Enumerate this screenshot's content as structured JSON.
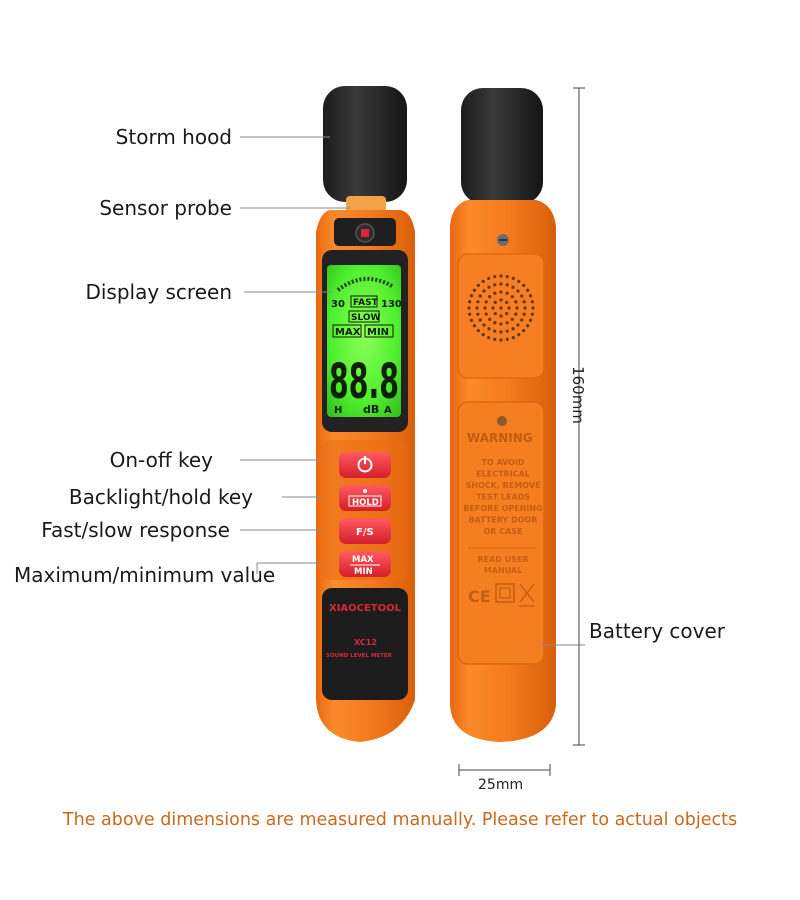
{
  "callouts": {
    "storm_hood": "Storm hood",
    "sensor_probe": "Sensor probe",
    "display_screen": "Display screen",
    "on_off_key": "On-off key",
    "backlight_hold_key": "Backlight/hold key",
    "fast_slow_response": "Fast/slow response",
    "max_min_value": "Maximum/minimum value",
    "battery_cover": "Battery cover"
  },
  "dimensions": {
    "height": "160mm",
    "width": "25mm"
  },
  "caption": "The above dimensions are measured manually. Please refer to actual objects",
  "lcd": {
    "range_low": "30",
    "range_high": "130",
    "fast": "FAST",
    "slow": "SLOW",
    "max": "MAX",
    "min": "MIN",
    "digits": "88.8",
    "hold_flag": "H",
    "unit": "dB",
    "weighting": "A"
  },
  "buttons": {
    "backlight_label": "HOLD",
    "fs_label": "F/S",
    "max_label": "MAX",
    "min_label": "MIN"
  },
  "device_front": {
    "brand": "XIAOCETOOL",
    "model": "XC12",
    "model_desc": "SOUND LEVEL METER"
  },
  "device_back": {
    "warning_title": "WARNING",
    "warning_lines": [
      "TO AVOID",
      "ELECTRICAL",
      "SHOCK, REMOVE",
      "TEST LEADS",
      "BEFORE OPENING",
      "BATTERY DOOR",
      "OR CASE"
    ],
    "manual_lines": [
      "READ USER",
      "MANUAL"
    ],
    "ce_mark": "CE"
  },
  "colors": {
    "body_orange": "#f47a1c",
    "lcd_green": "#4dff3a",
    "button_red": "#e8303a",
    "caption_orange": "#c86a1e"
  }
}
